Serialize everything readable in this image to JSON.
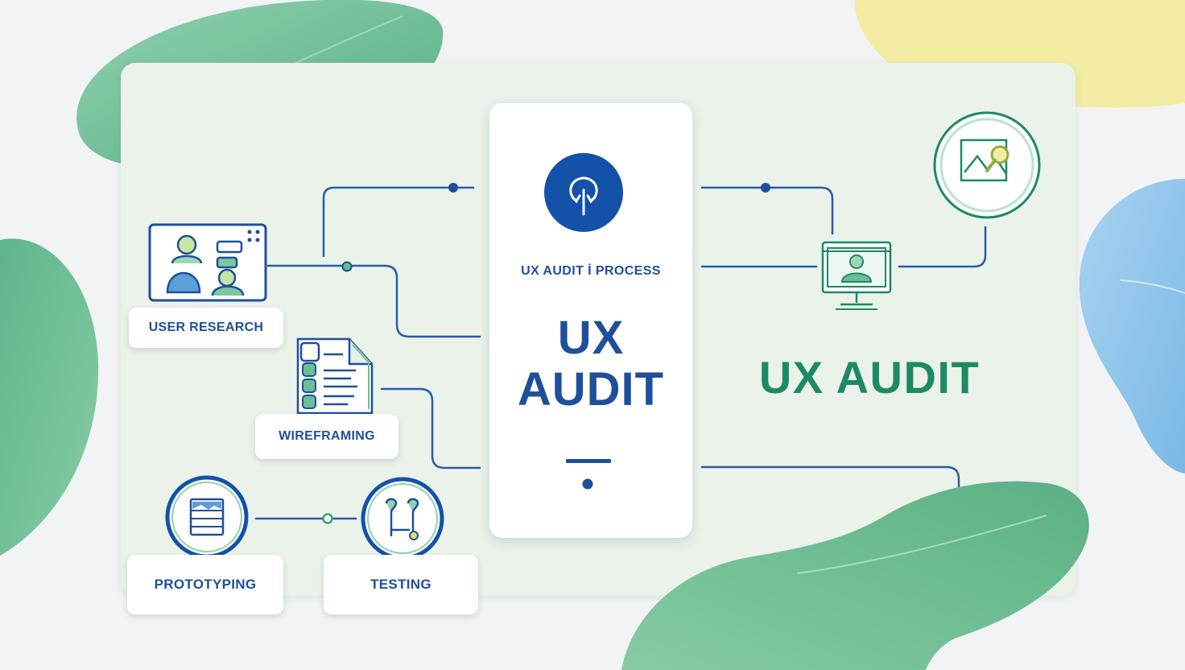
{
  "diagram": {
    "center_subtitle": "UX AUDIT İ PROCESS",
    "center_title_line1": "UX",
    "center_title_line2": "AUDIT",
    "right_title": "UX AUDIT",
    "steps": {
      "user_research": "USER RESEARCH",
      "wireframing": "WIREFRAMING",
      "prototyping": "PROTOTYPING",
      "testing": "TESTING"
    },
    "icons": {
      "center": "refresh-pin-icon",
      "user_research": "video-call-users-icon",
      "wireframing": "checklist-document-icon",
      "prototyping": "layout-screen-icon",
      "testing": "flow-nodes-icon",
      "monitor": "monitor-user-icon",
      "analytics": "chart-magnifier-icon"
    },
    "colors": {
      "primary_blue": "#1e4f9c",
      "accent_green": "#1c8a64",
      "leaf_green": "#6bbf94",
      "panel": "#eaf2ea"
    }
  }
}
